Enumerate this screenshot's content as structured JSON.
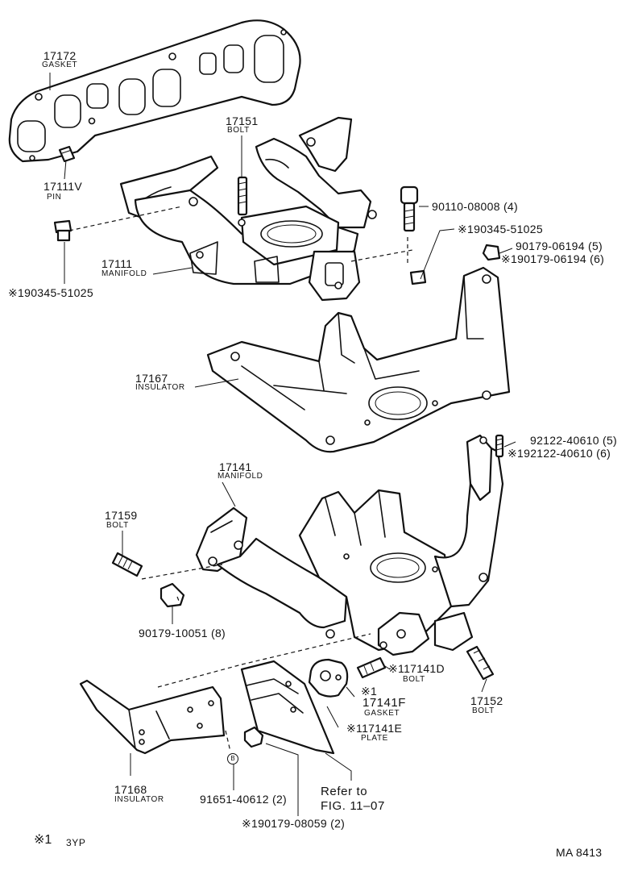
{
  "labels": {
    "gasket_17172_pn": "17172",
    "gasket_17172_nm": "GASKET",
    "pin_pn": "17111V",
    "pin_nm": "PIN",
    "bolt_17151_pn": "17151",
    "bolt_17151_nm": "BOLT",
    "manifold_17111_pn": "17111",
    "manifold_17111_nm": "MANIFOLD",
    "stud_left_pn": "※190345-51025",
    "bolt_90110_pn": "90110-08008 (4)",
    "stud_right_pn": "※190345-51025",
    "nut_90179_a": "90179-06194 (5)",
    "nut_90179_b": "※190179-06194 (6)",
    "insulator_17167_pn": "17167",
    "insulator_17167_nm": "INSULATOR",
    "stud_92122_a": "92122-40610 (5)",
    "stud_92122_b": "※192122-40610 (6)",
    "manifold_17141_pn": "17141",
    "manifold_17141_nm": "MANIFOLD",
    "bolt_17159_pn": "17159",
    "bolt_17159_nm": "BOLT",
    "nut_90179_10051": "90179-10051 (8)",
    "bolt_17141d_pn": "※117141D",
    "bolt_17141d_nm": "BOLT",
    "gasket_17141f_mark": "※1",
    "gasket_17141f_pn": "17141F",
    "gasket_17141f_nm": "GASKET",
    "plate_17141e_pn": "※117141E",
    "plate_17141e_nm": "PLATE",
    "bolt_17152_pn": "17152",
    "bolt_17152_nm": "BOLT",
    "insulator_17168_pn": "17168",
    "insulator_17168_nm": "INSULATOR",
    "circle_b": "B",
    "nut_91651": "91651-40612 (2)",
    "refer_line1": "Refer to",
    "refer_line2": "FIG. 11–07",
    "nut_90179_08059": "※190179-08059 (2)",
    "legend_mark": "※1",
    "legend_text": "3YP",
    "fig_code": "MA 8413"
  }
}
